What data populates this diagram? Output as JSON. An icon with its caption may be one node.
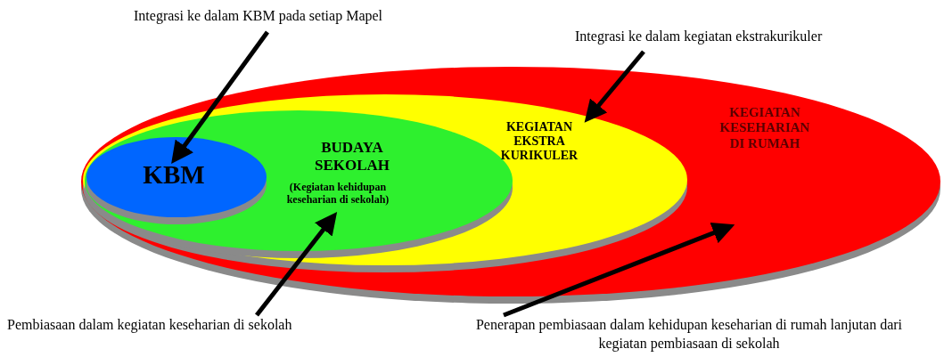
{
  "diagram": {
    "nodes": [
      {
        "text": [
          "KEGIATAN KESEHARIAN DI RUMAH"
        ]
      },
      {
        "text": [
          "KEGIATAN EKSTRA KURIKULER"
        ],
        "in": 0
      },
      {
        "text": [
          "BUDAYA SEKOLAH",
          "(Kegiatan kehidupan keseharian di sekolah)"
        ],
        "in": 1
      },
      {
        "text": [
          "KBM"
        ],
        "in": 2
      },
      {
        "text": [
          "Integrasi ke dalam KBM pada setiap Mapel"
        ]
      },
      {
        "text": [
          "Integrasi ke dalam kegiatan ekstrakurikuler"
        ]
      },
      {
        "text": [
          "Pembiasaan dalam kegiatan keseharian di sekolah"
        ]
      },
      {
        "text": [
          "Penerapan pembiasaan dalam kehidupan keseharian di rumah lanjutan dari kegiatan pembiasaan di sekolah"
        ]
      }
    ],
    "edges": [
      {
        "from": 4,
        "to": 3,
        "arrow": "to"
      },
      {
        "from": 5,
        "to": 1,
        "arrow": "to"
      },
      {
        "from": 6,
        "to": 2,
        "arrow": "to"
      },
      {
        "from": 7,
        "to": 0,
        "arrow": "to"
      }
    ]
  }
}
